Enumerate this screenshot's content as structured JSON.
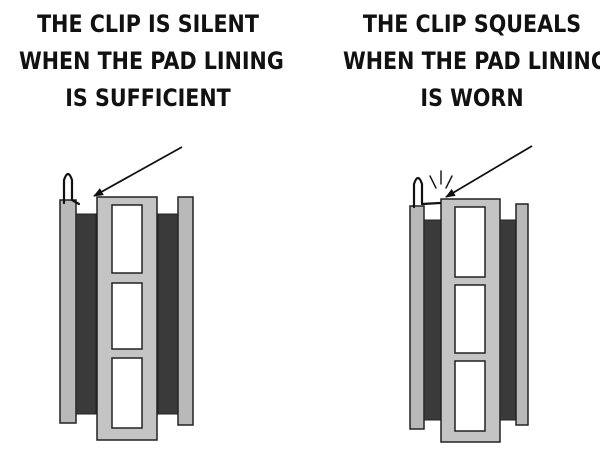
{
  "panels": [
    {
      "caption_lines": [
        "THE CLIP IS SILENT",
        "WHEN THE PAD LINING",
        "IS SUFFICIENT"
      ]
    },
    {
      "caption_lines": [
        "THE CLIP SQUEALS",
        "WHEN THE PAD LINING",
        "IS WORN"
      ]
    }
  ],
  "colors": {
    "text": "#111111",
    "backing_plate": "#b9b9b9",
    "lining": "#3a3a3a",
    "rotor": "#c4c4c4",
    "outline": "#222222",
    "window": "#ffffff"
  }
}
